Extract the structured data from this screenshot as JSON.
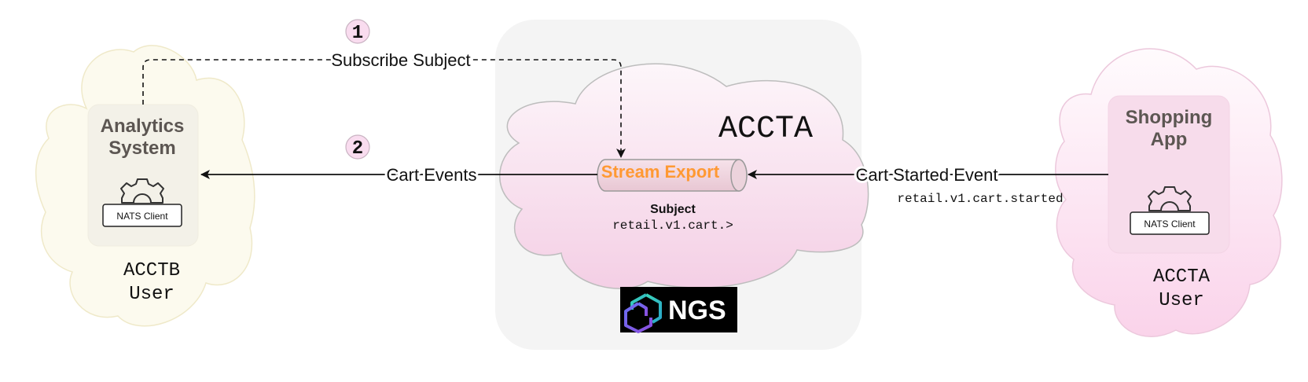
{
  "steps": {
    "one": "1",
    "two": "2"
  },
  "edges": {
    "subscribe_subject": "Subscribe Subject",
    "cart_events": "Cart Events",
    "cart_started_event": "Cart Started Event",
    "cart_started_subject": "retail.v1.cart.started"
  },
  "analytics": {
    "title_line1": "Analytics",
    "title_line2": "System",
    "client_label": "NATS Client",
    "account_line1": "ACCTB",
    "account_line2": "User"
  },
  "ngs_account": {
    "name": "ACCTA",
    "export_label": "Stream Export",
    "subject_heading": "Subject",
    "subject_value": "retail.v1.cart.>",
    "logo_text": "NGS"
  },
  "shopping": {
    "title_line1": "Shopping",
    "title_line2": "App",
    "client_label": "NATS Client",
    "account_line1": "ACCTA",
    "account_line2": "User"
  },
  "colors": {
    "analytics_cloud": "#fcfaee",
    "pink_cloud": "#f5d3e8",
    "stream_export_text": "#ff9933",
    "ngs_panel": "#f4f4f4",
    "step_badge": "#f9dcef"
  }
}
